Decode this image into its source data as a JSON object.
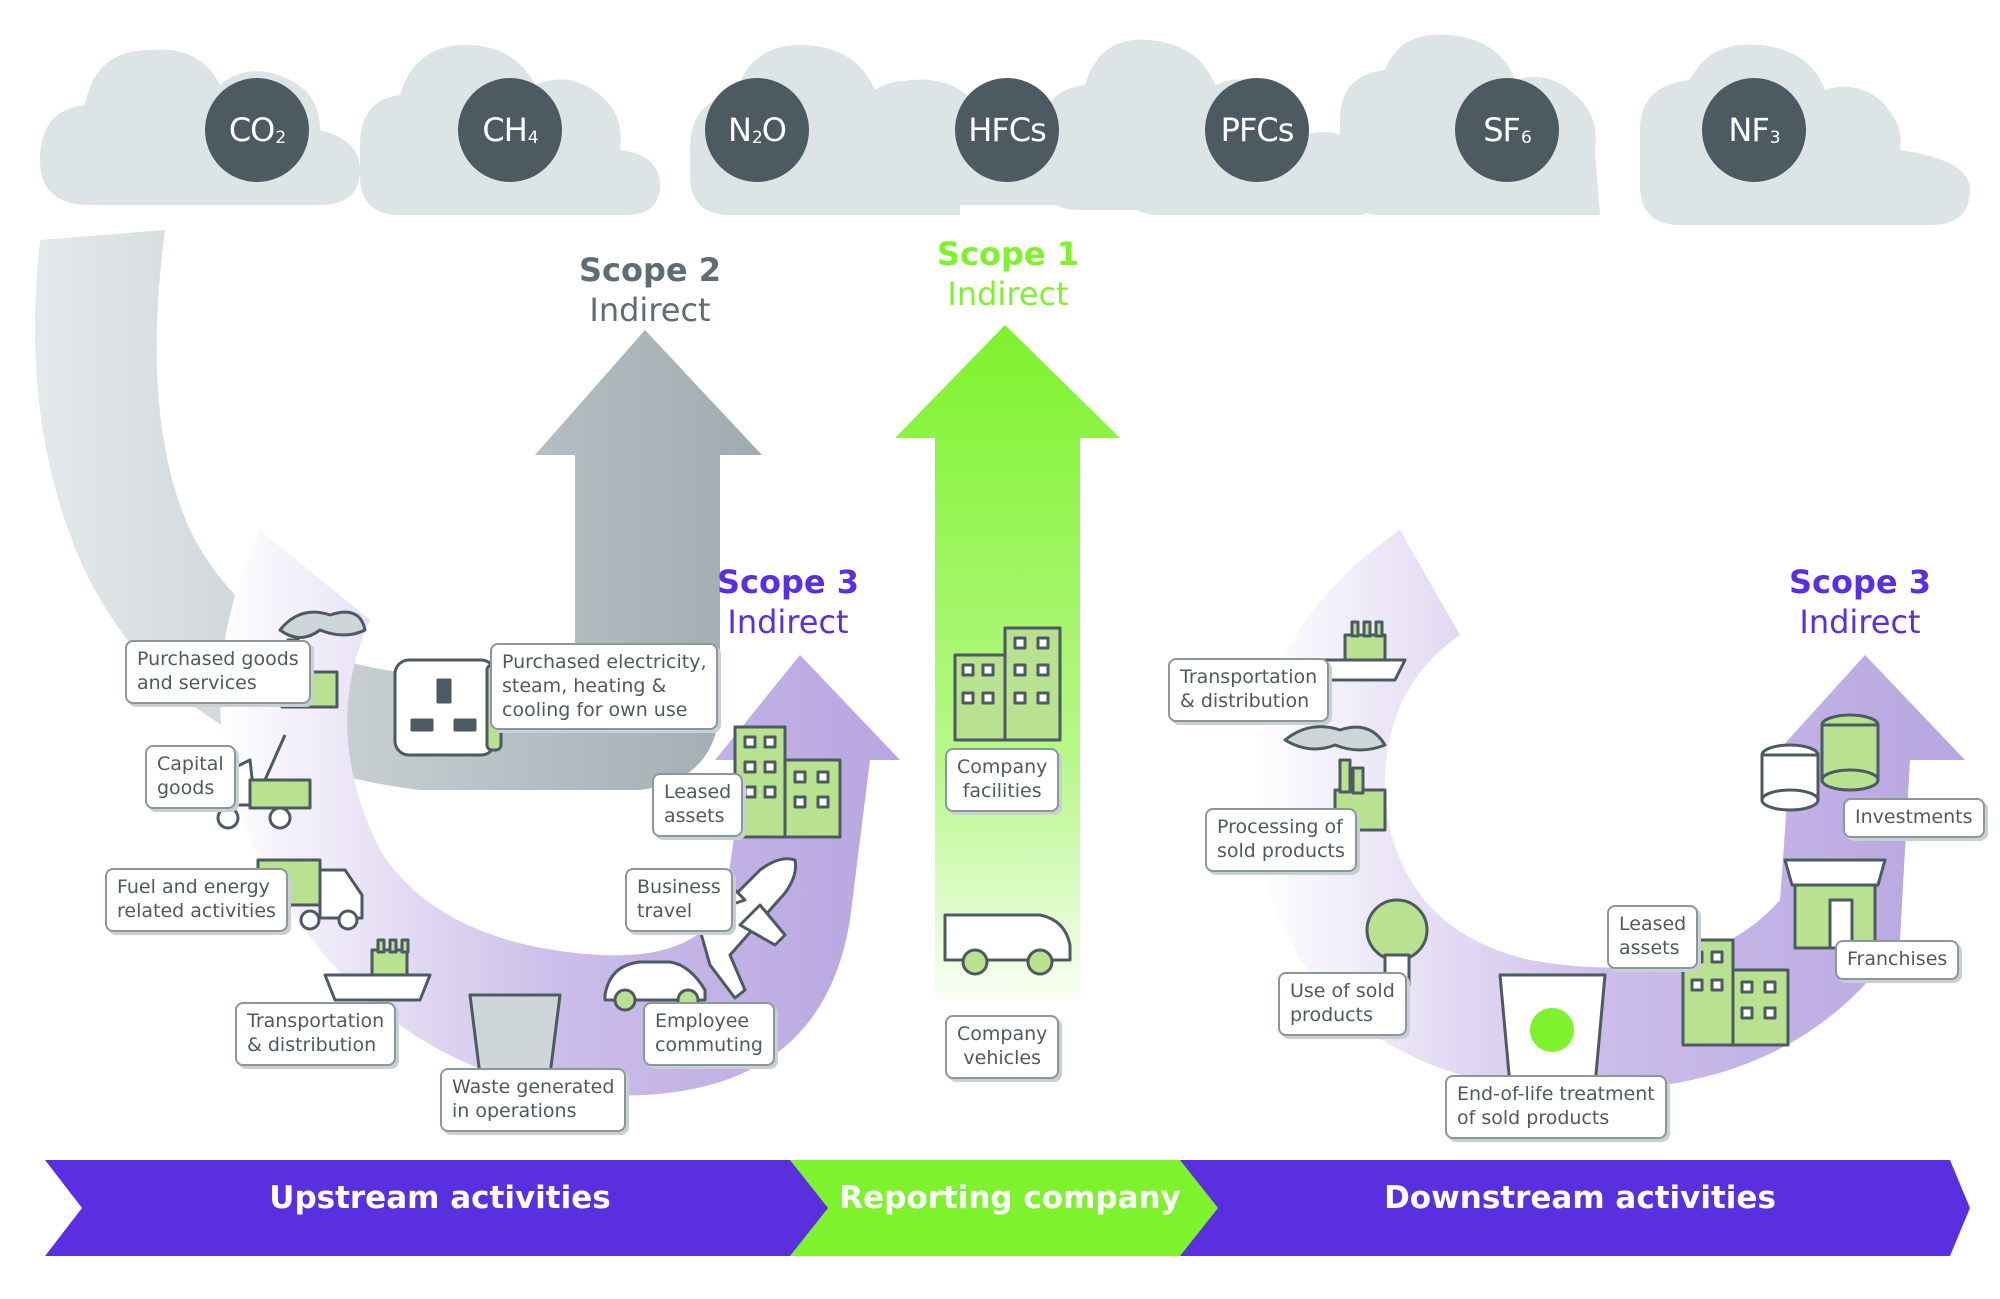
{
  "gases": [
    {
      "name": "gas-co2",
      "main": "CO",
      "sub": "2"
    },
    {
      "name": "gas-ch4",
      "main": "CH",
      "sub": "4"
    },
    {
      "name": "gas-n2o",
      "main": "N",
      "sub": "2",
      "after": "O"
    },
    {
      "name": "gas-hfcs",
      "main": "HFCs",
      "sub": ""
    },
    {
      "name": "gas-pfcs",
      "main": "PFCs",
      "sub": ""
    },
    {
      "name": "gas-sf6",
      "main": "SF",
      "sub": "6"
    },
    {
      "name": "gas-nf3",
      "main": "NF",
      "sub": "3"
    }
  ],
  "scopes": {
    "scope1": {
      "title": "Scope 1",
      "subtitle": "Indirect"
    },
    "scope2": {
      "title": "Scope 2",
      "subtitle": "Indirect"
    },
    "scope3_upstream": {
      "title": "Scope 3",
      "subtitle": "Indirect"
    },
    "scope3_downstream": {
      "title": "Scope 3",
      "subtitle": "Indirect"
    }
  },
  "labels": {
    "purchased_goods": "Purchased goods\nand services",
    "capital_goods": "Capital\ngoods",
    "fuel_energy": "Fuel and energy\nrelated activities",
    "transport_up": "Transportation\n& distribution",
    "waste": "Waste generated\nin operations",
    "employee_commuting": "Employee\ncommuting",
    "business_travel": "Business\ntravel",
    "leased_up": "Leased\nassets",
    "purchased_electricity": "Purchased electricity,\nsteam, heating &\ncooling for own use",
    "company_facilities": "Company\nfacilities",
    "company_vehicles": "Company\nvehicles",
    "transport_down": "Transportation\n& distribution",
    "processing": "Processing of\nsold products",
    "use_sold": "Use of sold\nproducts",
    "end_of_life": "End-of-life treatment\nof sold products",
    "leased_down": "Leased\nassets",
    "franchises": "Franchises",
    "investments": "Investments"
  },
  "bands": {
    "upstream": "Upstream activities",
    "reporting": "Reporting company",
    "downstream": "Downstream activities"
  },
  "colors": {
    "gas_circle": "#4d5a61",
    "cloud": "#dde4e6",
    "scope1_green": "#7ef22c",
    "scope2_grey": "#9aa7ac",
    "scope3_purple": "#b7a6e0",
    "band_purple": "#5a2fe0",
    "icon_green": "#b8e28f"
  }
}
